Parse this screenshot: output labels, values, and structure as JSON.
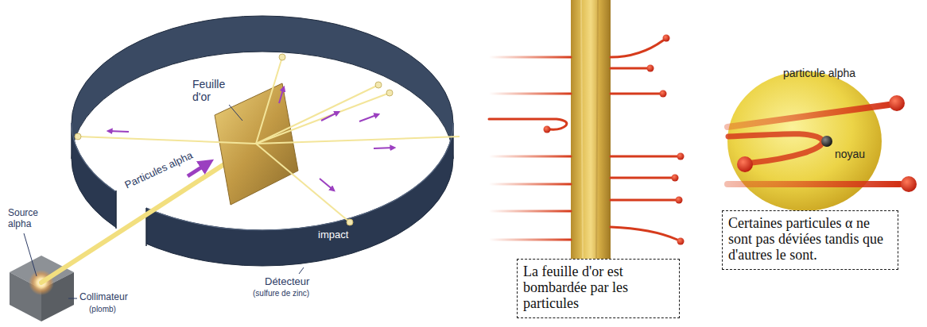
{
  "diagram": {
    "nodes": [
      {
        "text": [
          "La feuille d'or est bombardée par les particules"
        ]
      },
      {
        "text": [
          "Certaines particules α ne sont pas déviées tandis que d'autres le sont."
        ]
      }
    ],
    "labels": [
      "Feuille d'or",
      "Particules alpha",
      "Source alpha",
      "Collimateur",
      "(plomb)",
      "impact",
      "Détecteur",
      "(sulfure de zinc)",
      "particule alpha",
      "noyau"
    ]
  }
}
